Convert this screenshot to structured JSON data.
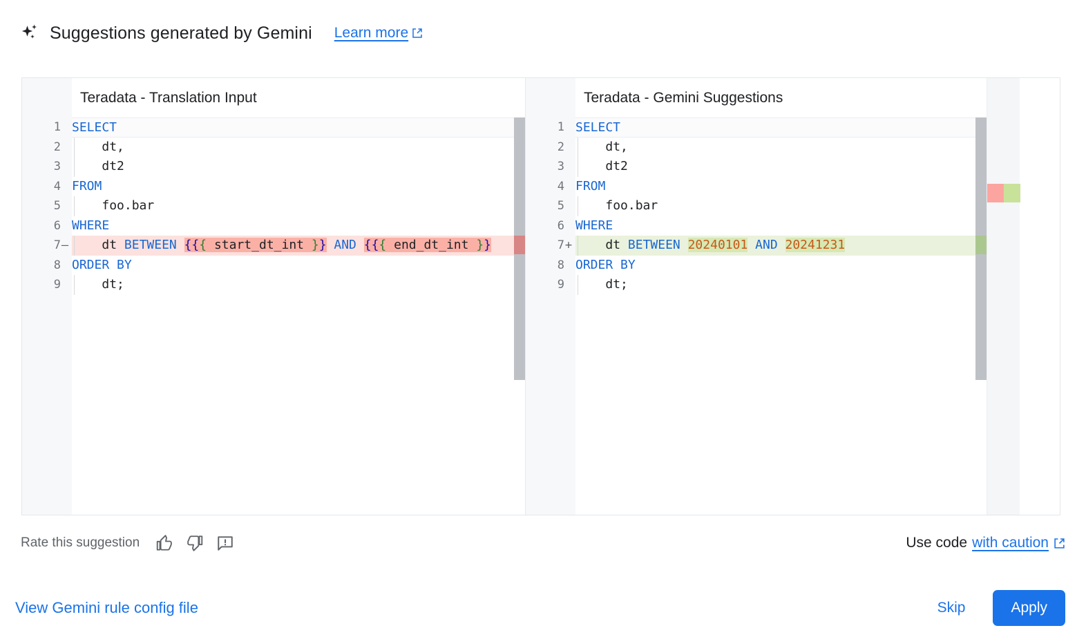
{
  "header": {
    "icon": "gemini-sparkle-icon",
    "title": "Suggestions generated by Gemini",
    "learn_more": "Learn more",
    "external_icon": "external-link-icon"
  },
  "diff": {
    "left": {
      "title": "Teradata - Translation Input",
      "lines": [
        {
          "n": "1",
          "sign": "",
          "type": "context"
        },
        {
          "n": "2",
          "sign": "",
          "type": "context"
        },
        {
          "n": "3",
          "sign": "",
          "type": "context"
        },
        {
          "n": "4",
          "sign": "",
          "type": "context"
        },
        {
          "n": "5",
          "sign": "",
          "type": "context"
        },
        {
          "n": "6",
          "sign": "",
          "type": "context"
        },
        {
          "n": "7",
          "sign": "—",
          "type": "del"
        },
        {
          "n": "8",
          "sign": "",
          "type": "context"
        },
        {
          "n": "9",
          "sign": "",
          "type": "context"
        }
      ],
      "code": [
        "SELECT",
        "    dt,",
        "    dt2",
        "FROM",
        "    foo.bar",
        "WHERE",
        "    dt BETWEEN {{ start_dt_int }} AND {{ end_dt_int }}",
        "ORDER BY",
        "    dt;"
      ]
    },
    "right": {
      "title": "Teradata - Gemini Suggestions",
      "lines": [
        {
          "n": "1",
          "sign": "",
          "type": "context"
        },
        {
          "n": "2",
          "sign": "",
          "type": "context"
        },
        {
          "n": "3",
          "sign": "",
          "type": "context"
        },
        {
          "n": "4",
          "sign": "",
          "type": "context"
        },
        {
          "n": "5",
          "sign": "",
          "type": "context"
        },
        {
          "n": "6",
          "sign": "",
          "type": "context"
        },
        {
          "n": "7",
          "sign": "+",
          "type": "add"
        },
        {
          "n": "8",
          "sign": "",
          "type": "context"
        },
        {
          "n": "9",
          "sign": "",
          "type": "context"
        }
      ],
      "code": [
        "SELECT",
        "    dt,",
        "    dt2",
        "FROM",
        "    foo.bar",
        "WHERE",
        "    dt BETWEEN 20240101 AND 20241231",
        "ORDER BY",
        "    dt;"
      ]
    },
    "tokens": {
      "kw_select": "SELECT",
      "kw_from": "FROM",
      "kw_where": "WHERE",
      "kw_order_by": "ORDER BY",
      "kw_between": "BETWEEN",
      "kw_and": "AND",
      "col_dt_comma": "dt,",
      "col_dt2": "dt2",
      "table": "foo.bar",
      "col_dt": "dt",
      "col_dt_semi": "dt;",
      "ph_start_open": "{{",
      "ph_start_name": " start_dt_int ",
      "ph_start_close": "}}",
      "ph_end_open": "{{",
      "ph_end_name": " end_dt_int ",
      "ph_end_close": "}}",
      "num_start": "20240101",
      "num_end": "20241231"
    }
  },
  "rate": {
    "label": "Rate this suggestion",
    "thumb_up_icon": "thumb-up-icon",
    "thumb_down_icon": "thumb-down-icon",
    "report_icon": "report-feedback-icon"
  },
  "caution": {
    "prefix": "Use code",
    "link": "with caution",
    "external_icon": "external-link-icon"
  },
  "actions": {
    "config_link": "View Gemini rule config file",
    "skip": "Skip",
    "apply": "Apply"
  },
  "colors": {
    "accent": "#1a73e8",
    "link": "#1a73e8",
    "keyword": "#1967d2",
    "number": "#c5581a",
    "diff_del_line": "#fce1de",
    "diff_del_word": "#fbb0a6",
    "diff_add_line": "#eaf2dd",
    "diff_add_word": "#d7e8b3",
    "overview_del": "#fca5a0",
    "overview_add": "#c9e29a",
    "scrollbar": "#bdc1c6"
  }
}
